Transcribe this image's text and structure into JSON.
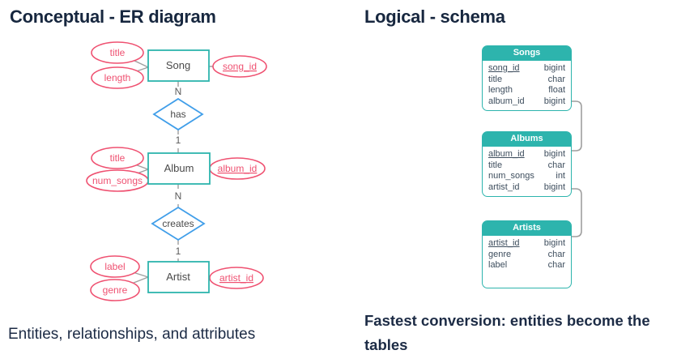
{
  "colors": {
    "navy_text": "#17273f",
    "teal": "#2db4ad",
    "pink": "#ef5171",
    "blue": "#409ee9",
    "line_gray": "#9e9e9e"
  },
  "left": {
    "title": "Conceptual - ER diagram",
    "caption": "Entities, relationships, and attributes",
    "er_diagram": {
      "entities": [
        {
          "label": "Song",
          "key_attribute": "song_id",
          "attributes": [
            "title",
            "length"
          ]
        },
        {
          "label": "Album",
          "key_attribute": "album_id",
          "attributes": [
            "title",
            "num_songs"
          ]
        },
        {
          "label": "Artist",
          "key_attribute": "artist_id",
          "attributes": [
            "label",
            "genre"
          ]
        }
      ],
      "relationships": [
        {
          "label": "has",
          "cardinality_top": "N",
          "cardinality_bottom": "1"
        },
        {
          "label": "creates",
          "cardinality_top": "N",
          "cardinality_bottom": "1"
        }
      ]
    }
  },
  "right": {
    "title": "Logical - schema",
    "caption": "Fastest conversion: entities become the tables",
    "schema": {
      "tables": [
        {
          "name": "Songs",
          "fields": [
            {
              "name": "song_id",
              "type": "bigint",
              "primary_key": true
            },
            {
              "name": "title",
              "type": "char"
            },
            {
              "name": "length",
              "type": "float"
            },
            {
              "name": "album_id",
              "type": "bigint"
            }
          ]
        },
        {
          "name": "Albums",
          "fields": [
            {
              "name": "album_id",
              "type": "bigint",
              "primary_key": true
            },
            {
              "name": "title",
              "type": "char"
            },
            {
              "name": "num_songs",
              "type": "int"
            },
            {
              "name": "artist_id",
              "type": "bigint"
            }
          ]
        },
        {
          "name": "Artists",
          "fields": [
            {
              "name": "artist_id",
              "type": "bigint",
              "primary_key": true
            },
            {
              "name": "genre",
              "type": "char"
            },
            {
              "name": "label",
              "type": "char"
            }
          ]
        }
      ]
    }
  }
}
